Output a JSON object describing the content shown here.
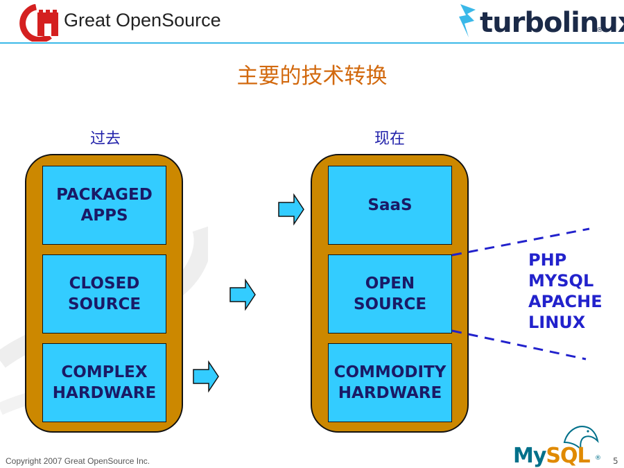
{
  "header": {
    "left_logo_text": "Great OpenSource",
    "right_logo_text": "turbolinux",
    "right_logo_mark": "®"
  },
  "title": "主要的技术转换",
  "columns": {
    "past": {
      "label": "过去",
      "layers": [
        "PACKAGED\nAPPS",
        "CLOSED\nSOURCE",
        "COMPLEX\nHARDWARE"
      ]
    },
    "now": {
      "label": "现在",
      "layers": [
        "SaaS",
        "OPEN\nSOURCE",
        "COMMODITY\nHARDWARE"
      ]
    }
  },
  "open_source_components": "PHP\nMYSQL\nAPACHE\nLINUX",
  "footer": {
    "copyright": "Copyright 2007 Great OpenSource Inc.",
    "page_number": "5",
    "mysql_logo_text": "MySQL",
    "mysql_logo_mark": "®"
  },
  "colors": {
    "title": "#d2690e",
    "stack": "#cc8800",
    "layer": "#33ccff",
    "label": "#2222aa",
    "arrow": "#33ccff"
  },
  "icons": [
    "great-opensource-logo-icon",
    "turbolinux-bird-icon",
    "mysql-dolphin-icon",
    "right-arrow-icon"
  ]
}
